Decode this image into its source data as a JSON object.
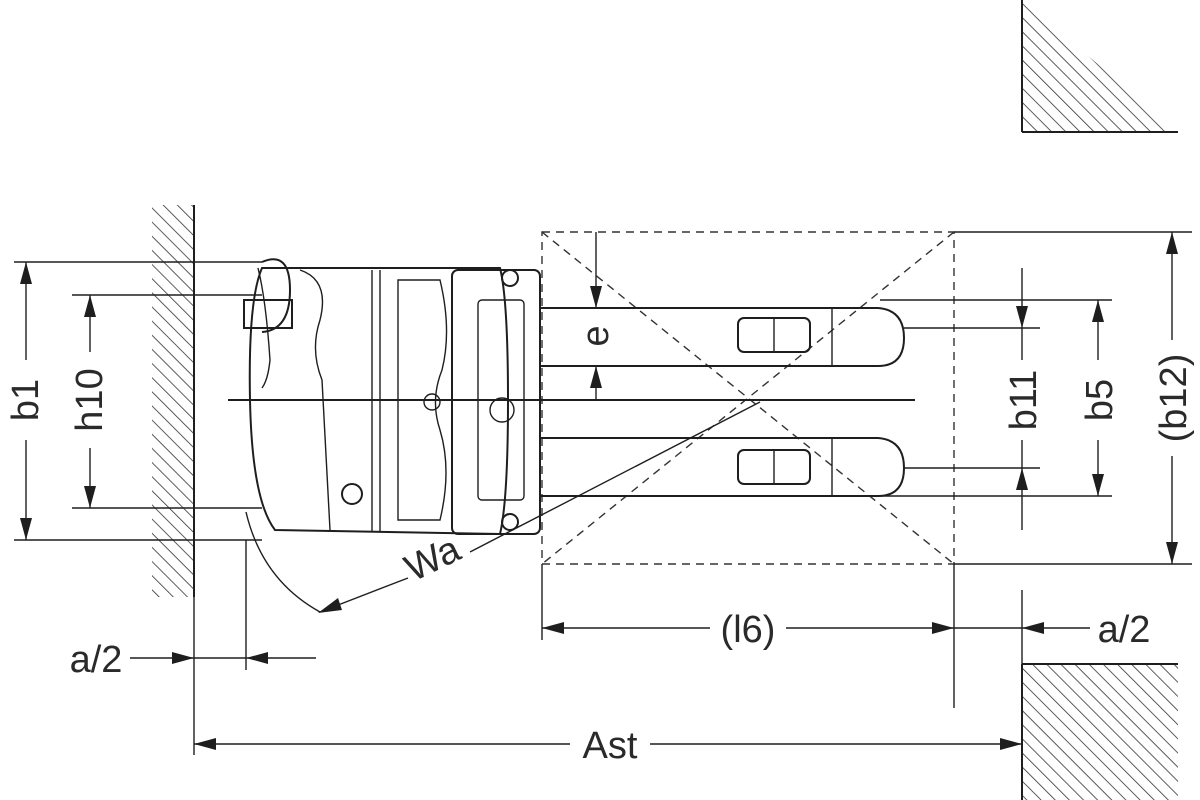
{
  "labels": {
    "b1": "b1",
    "h10": "h10",
    "wa": "Wa",
    "e": "e",
    "b11": "b11",
    "b5": "b5",
    "b12": "(b12)",
    "l6": "(l6)",
    "a2_left": "a/2",
    "a2_right": "a/2",
    "ast": "Ast"
  }
}
